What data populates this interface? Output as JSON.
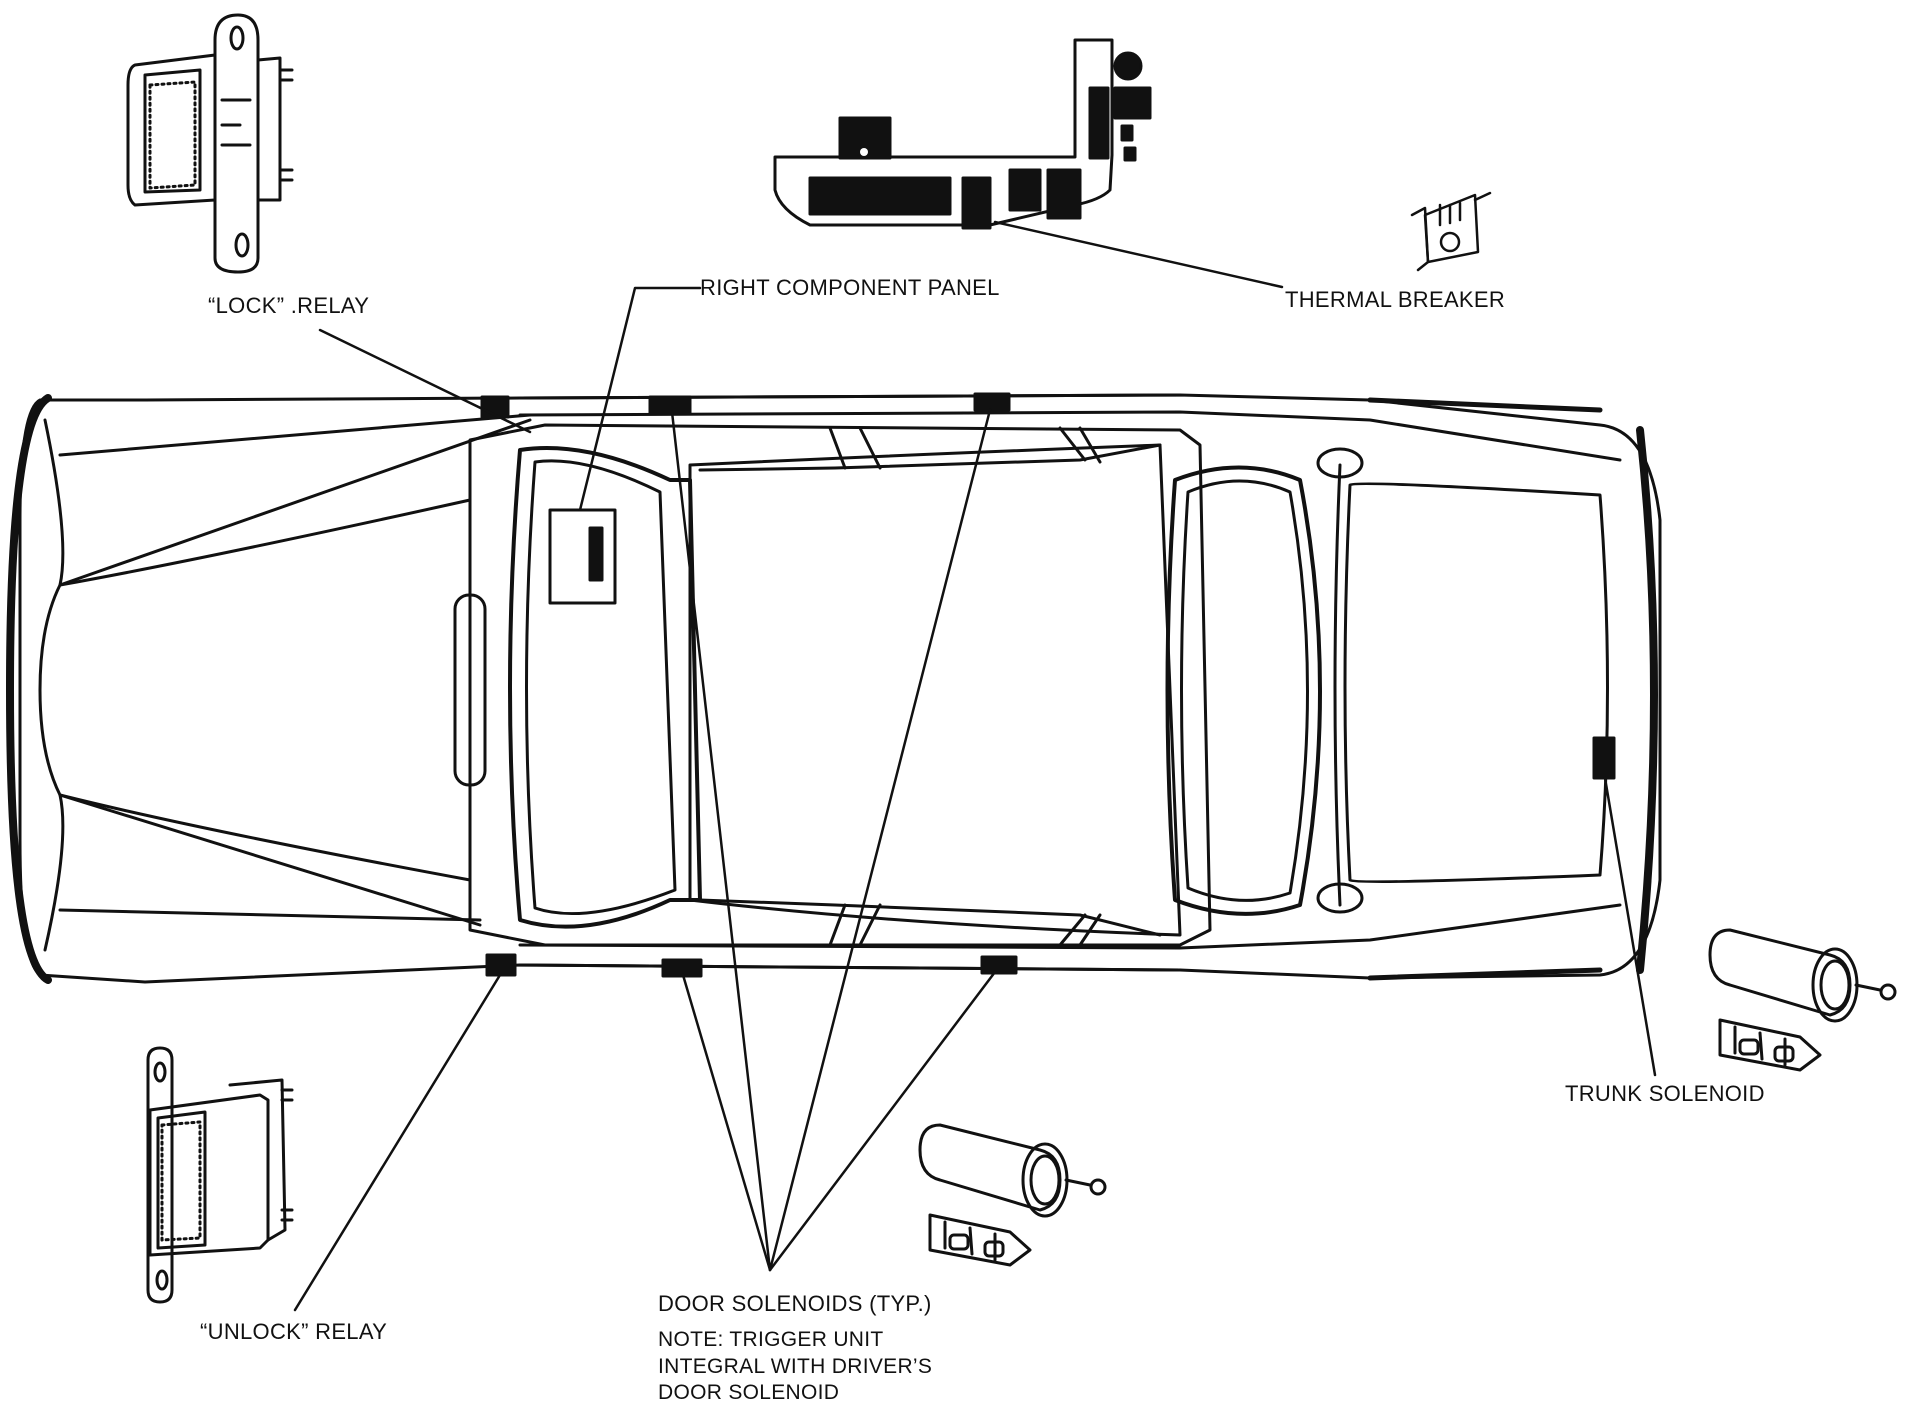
{
  "labels": {
    "lock_relay": "“LOCK” .RELAY",
    "right_component_panel": "RIGHT COMPONENT PANEL",
    "thermal_breaker": "THERMAL BREAKER",
    "trunk_solenoid": "TRUNK SOLENOID",
    "unlock_relay": "“UNLOCK” RELAY",
    "door_solenoids": "DOOR SOLENOIDS (TYP.)"
  },
  "note": {
    "line1": "NOTE:  TRIGGER UNIT",
    "line2": "INTEGRAL WITH DRIVER’S",
    "line3": "DOOR SOLENOID"
  },
  "colors": {
    "ink": "#111111",
    "paper": "#ffffff"
  }
}
